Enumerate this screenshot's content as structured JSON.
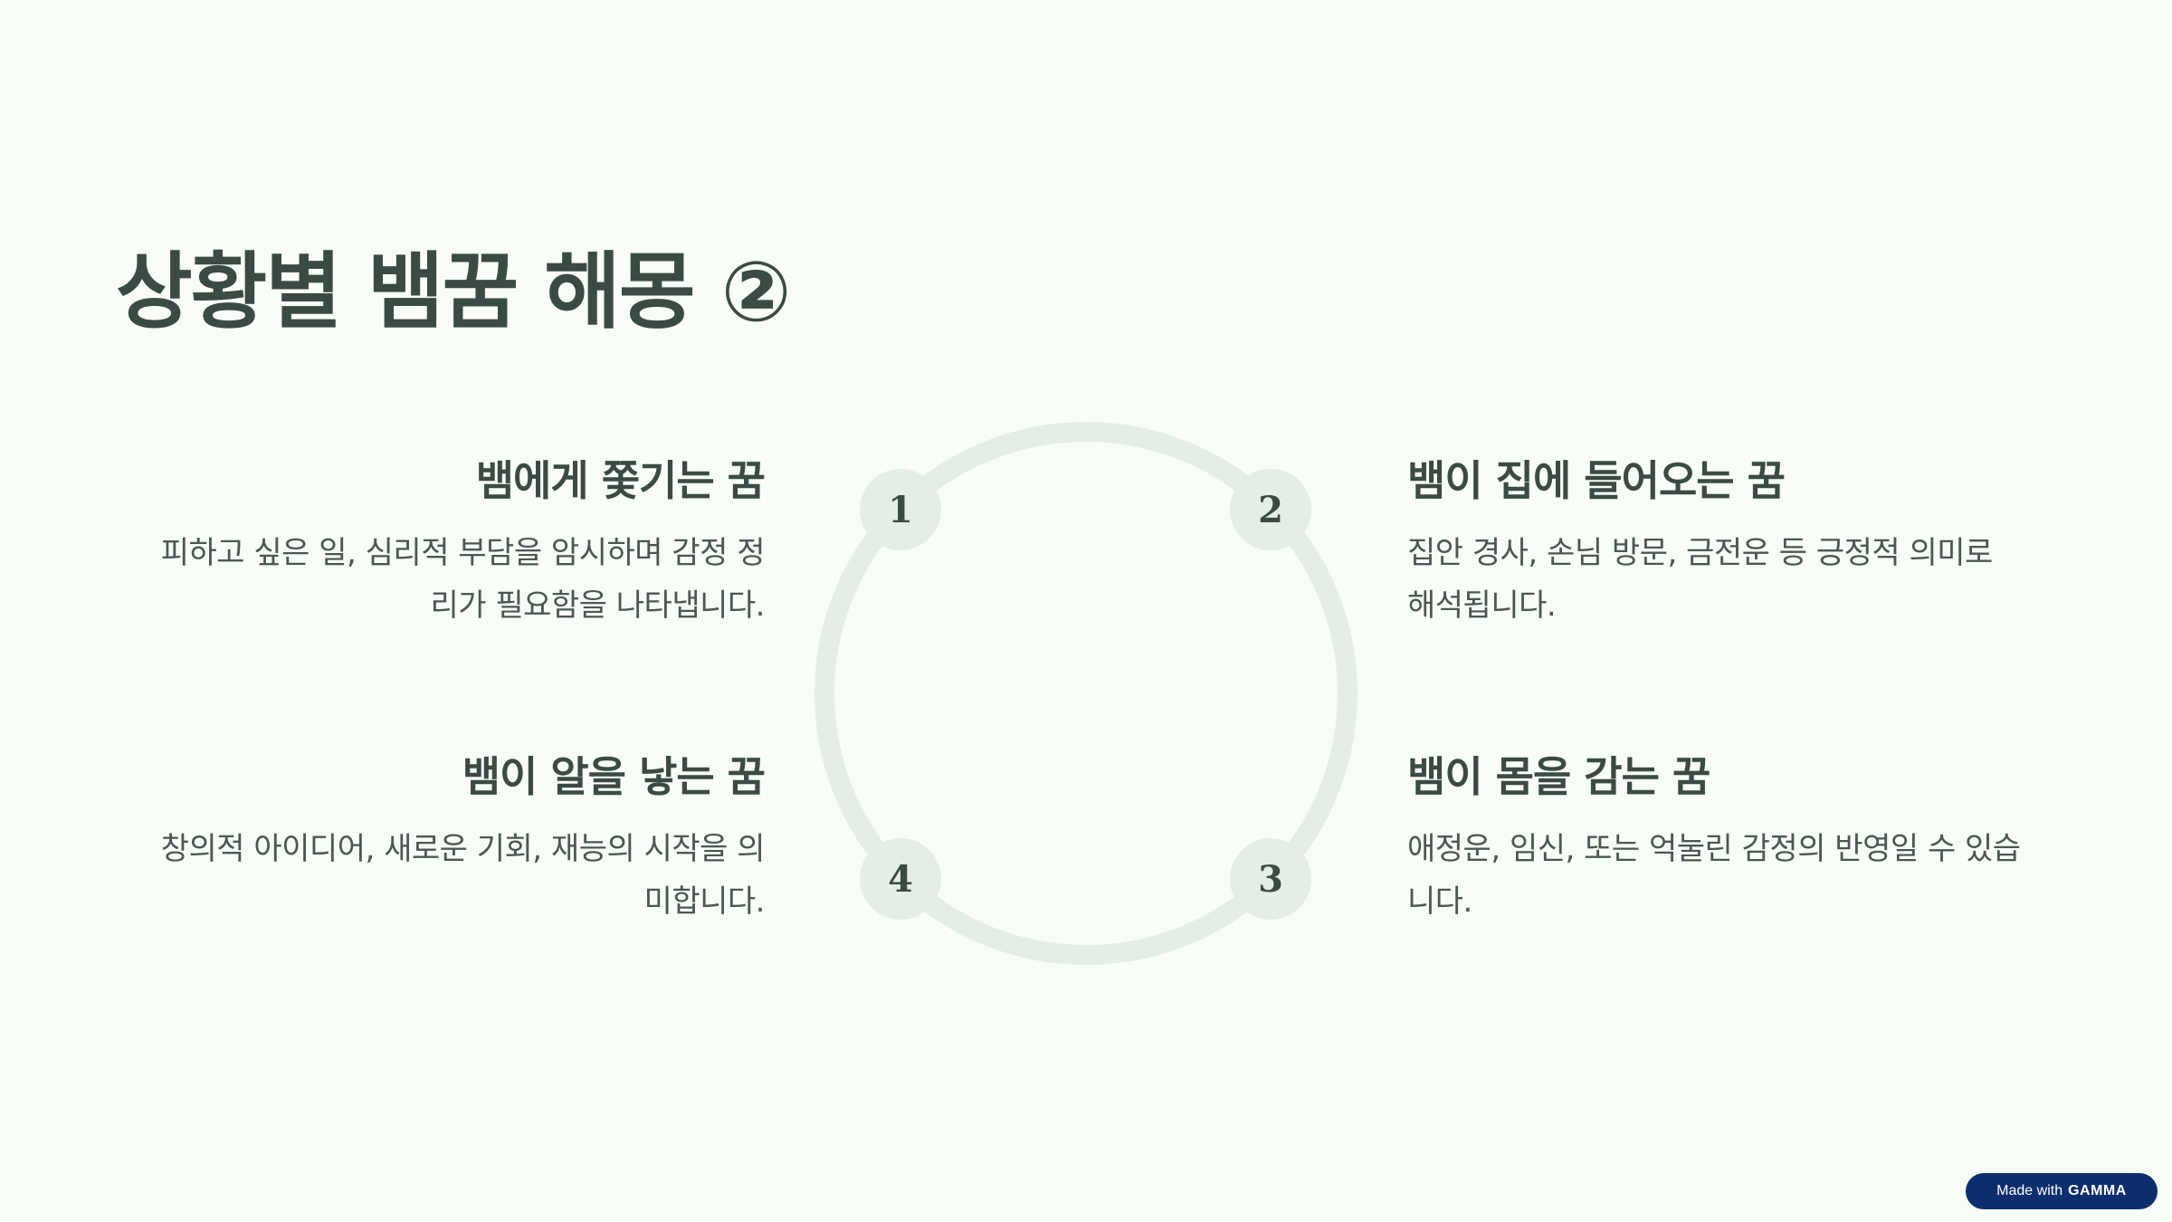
{
  "slide": {
    "title": "상황별 뱀꿈 해몽 ②"
  },
  "items": [
    {
      "number": "1",
      "heading": "뱀에게 쫓기는 꿈",
      "text_line1": "피하고 싶은 일, 심리적 부담을 암시하며 감정 정",
      "text_line2": "리가 필요함을 나타냅니다."
    },
    {
      "number": "2",
      "heading": "뱀이 집에 들어오는 꿈",
      "text_line1": "집안 경사, 손님 방문, 금전운 등 긍정적 의미로",
      "text_line2": "해석됩니다."
    },
    {
      "number": "3",
      "heading": "뱀이 몸을 감는 꿈",
      "text_line1": "애정운, 임신, 또는 억눌린 감정의 반영일 수 있습",
      "text_line2": "니다."
    },
    {
      "number": "4",
      "heading": "뱀이 알을 낳는 꿈",
      "text_line1": "창의적 아이디어, 새로운 기회, 재능의 시작을 의",
      "text_line2": "미합니다."
    }
  ],
  "badge": {
    "prefix": "Made with",
    "brand": "GAMMA"
  },
  "colors": {
    "background": "#F7FDF7",
    "text": "#3C4A44",
    "ring": "#E4EEE5",
    "badge_bg": "#0C2E6E"
  }
}
